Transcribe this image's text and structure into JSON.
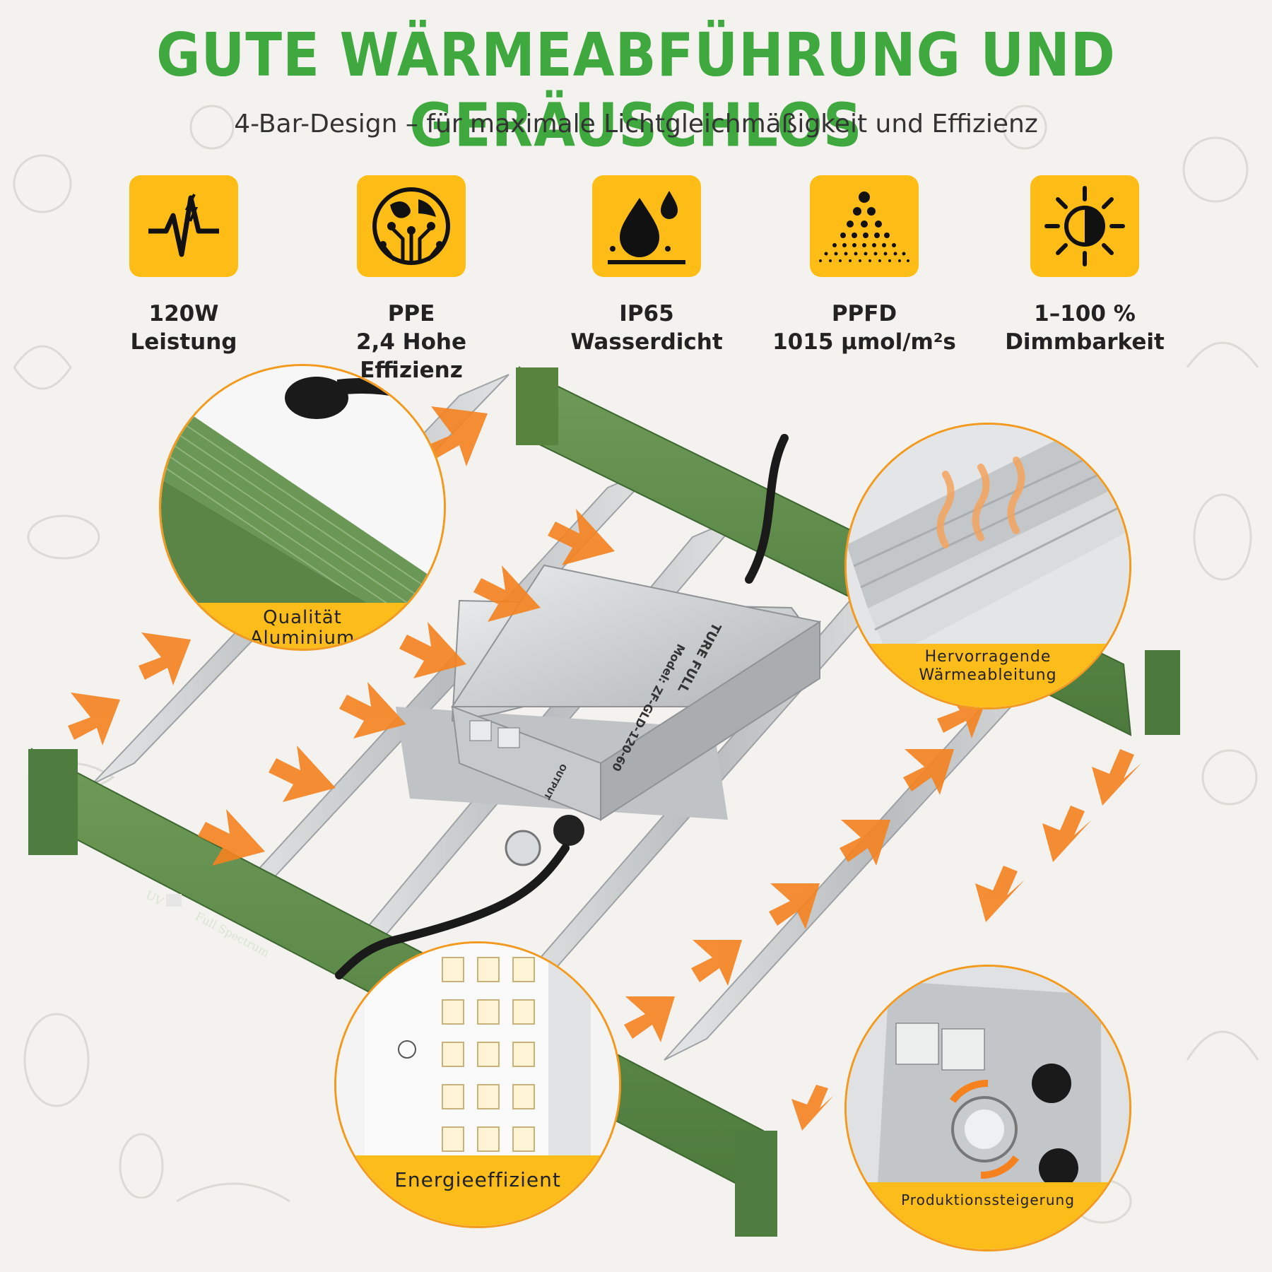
{
  "header": {
    "title": "GUTE WÄRMEABFÜHRUNG UND GERÄUSCHLOS",
    "subtitle": "4-Bar-Design – für maximale Lichtgleichmäßigkeit und Effizienz"
  },
  "features": [
    {
      "icon": "power-pulse-icon",
      "value": "120W",
      "label": "Leistung"
    },
    {
      "icon": "globe-circuit-icon",
      "value": "PPE",
      "label": "2,4 Hohe Effizienz"
    },
    {
      "icon": "water-drops-icon",
      "value": "IP65",
      "label": "Wasserdicht"
    },
    {
      "icon": "light-dots-icon",
      "value": "PPFD",
      "label": "1015 µmol/m²s"
    },
    {
      "icon": "sun-dim-icon",
      "value": "1–100 %",
      "label": "Dimmbarkeit"
    }
  ],
  "callouts": {
    "aluminium": "Qualität\nAluminium",
    "heat": "Hervorragende\nWärmeableitung",
    "energy": "Energieeffizient",
    "production": "Produktionssteigerung"
  },
  "product": {
    "switch_left": "UV",
    "switch_right": "Full Spectrum",
    "driver_brand": "TURE FULL",
    "driver_model": "Model: ZF-GLD-120-60",
    "driver_output": "OUTPUT"
  },
  "colors": {
    "title_green": "#3fa93f",
    "icon_bg": "#fdbd16",
    "arrow_orange": "#f5821f",
    "frame_green": "#5b8a47",
    "bar_silver": "#c9ccce"
  }
}
